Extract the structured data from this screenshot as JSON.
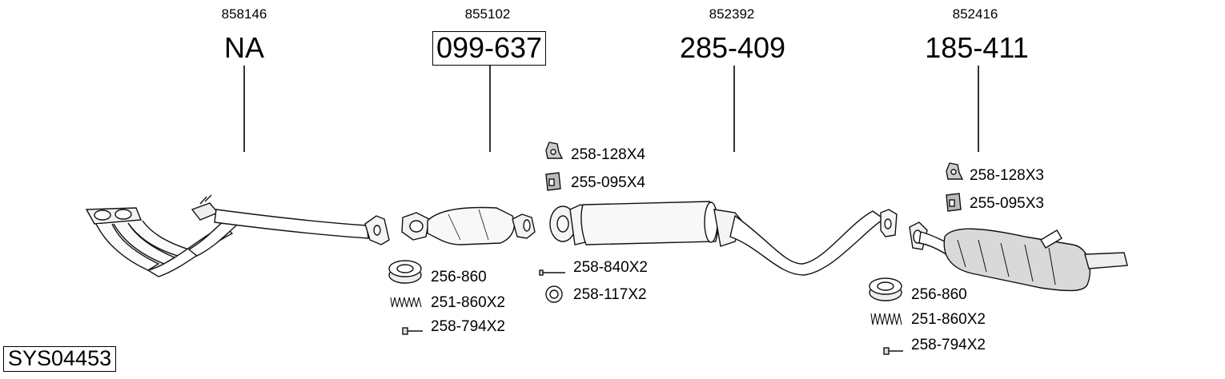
{
  "groups": [
    {
      "oem": "858146",
      "part": "NA",
      "boxed": false
    },
    {
      "oem": "855102",
      "part": "099-637",
      "boxed": true
    },
    {
      "oem": "852392",
      "part": "285-409",
      "boxed": false
    },
    {
      "oem": "852416",
      "part": "185-411",
      "boxed": false
    }
  ],
  "accessories": {
    "cat_ring": "256-860",
    "cat_spring": "251-860X2",
    "cat_bolt": "258-794X2",
    "mid_hanger_rubber": "258-128X4",
    "mid_hanger_block": "255-095X4",
    "mid_bolt": "258-840X2",
    "mid_ring": "258-117X2",
    "rear_hanger_rubber": "258-128X3",
    "rear_hanger_block": "255-095X3",
    "rear_ring": "256-860",
    "rear_spring": "251-860X2",
    "rear_bolt": "258-794X2"
  },
  "system_id": "SYS04453"
}
